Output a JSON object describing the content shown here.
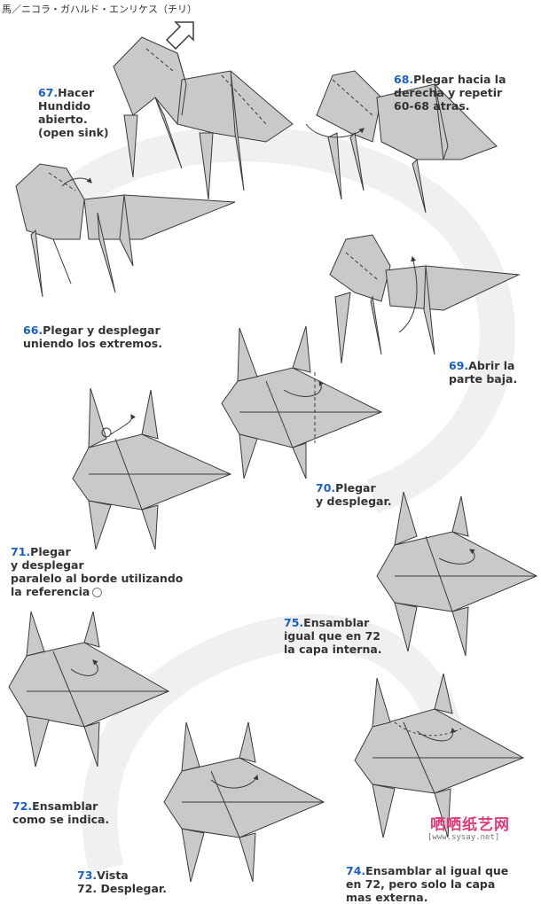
{
  "header": {
    "title": "馬／ニコラ・ガハルド・エンリケス（チリ）"
  },
  "steps": [
    {
      "id": "67",
      "num": "67.",
      "text": "Hacer\nHundido\nabierto.\n(open sink)"
    },
    {
      "id": "68",
      "num": "68.",
      "text": "Plegar hacia la\nderecha y repetir\n60-68 atras."
    },
    {
      "id": "66",
      "num": "66.",
      "text": "Plegar y desplegar\nuniendo los extremos."
    },
    {
      "id": "69",
      "num": "69.",
      "text": "Abrir la\nparte baja."
    },
    {
      "id": "70",
      "num": "70.",
      "text": "Plegar\ny desplegar."
    },
    {
      "id": "71",
      "num": "71.",
      "text": "Plegar\ny desplegar\nparalelo al borde utilizando\nla referencia"
    },
    {
      "id": "75",
      "num": "75.",
      "text": "Ensamblar\nigual que en 72\nla capa interna."
    },
    {
      "id": "72",
      "num": "72.",
      "text": "Ensamblar\ncomo se indica."
    },
    {
      "id": "73",
      "num": "73.",
      "text": "Vista\n72. Desplegar."
    },
    {
      "id": "74",
      "num": "74.",
      "text": "Ensamblar al igual que\nen 72, pero solo la capa\nmas externa."
    }
  ],
  "watermark": {
    "logo": "哂哂纸艺网",
    "url": "[www.sysay.net]"
  },
  "colors": {
    "paper": "#c9c9c9",
    "paper_dark": "#a9a9a9",
    "line": "#3a3a3a",
    "step_number": "#1a60c8",
    "logo": "#e23a7a"
  }
}
